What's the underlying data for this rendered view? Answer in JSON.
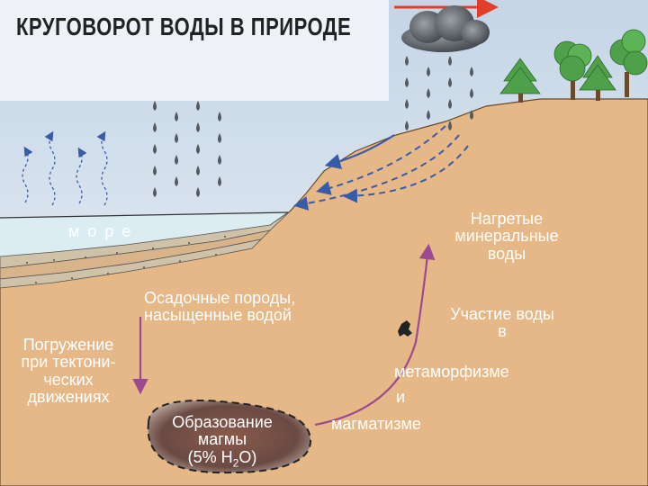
{
  "title": "КРУГОВОРОТ ВОДЫ В ПРИРОДЕ",
  "labels": {
    "sea": "м о р е",
    "heated_line1": "Нагретые",
    "heated_line2": "минеральные",
    "heated_line3": "воды",
    "sediment_line1": "Осадочные породы,",
    "sediment_line2": "насыщенные водой",
    "subsidence_line1": "Погружение",
    "subsidence_line2": "при тектони-",
    "subsidence_line3": "ческих",
    "subsidence_line4": "движениях",
    "participation_line1": "Участие воды",
    "participation_line2": "в",
    "participation_line3": "метаморфизме",
    "participation_line4": "и",
    "participation_line5": "магматизме",
    "magma_line1": "Образование",
    "magma_line2": "магмы",
    "magma_line3_prefix": "(5% H",
    "magma_sub": "2",
    "magma_line3_suffix": "O)"
  },
  "colors": {
    "ground": "#e6b887",
    "sea": "#dbecf2",
    "sky": "#d7e3ee",
    "title_box": "#eef2f6",
    "arrow_blue": "#3a5ba8",
    "arrow_purple": "#9b4a92",
    "wind_arrow": "#e0402a"
  },
  "icons": [
    "cloud-icon",
    "raindrop-icon",
    "pine-tree-icon",
    "deciduous-tree-icon",
    "evaporation-arrow-icon"
  ]
}
